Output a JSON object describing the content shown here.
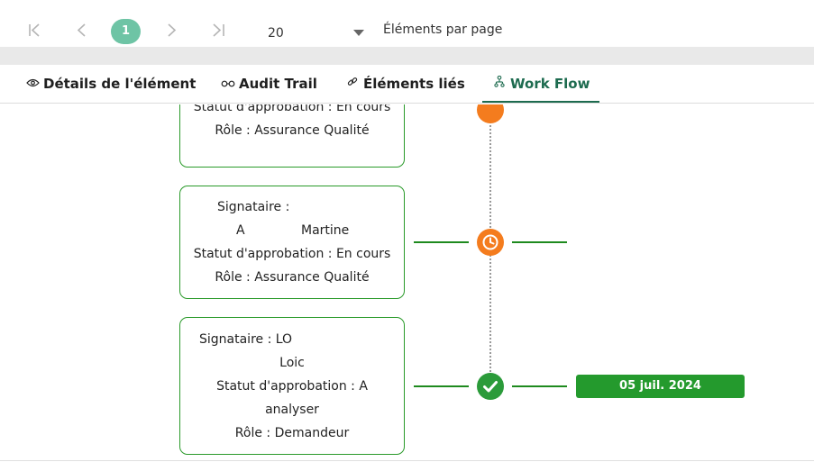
{
  "pagination": {
    "current_page": "1",
    "page_size": "20",
    "per_page_label": "Éléments par page"
  },
  "tabs": [
    {
      "label": "Détails de l'élément",
      "icon": "eye-icon"
    },
    {
      "label": "Audit Trail",
      "icon": "glasses-icon"
    },
    {
      "label": "Éléments liés",
      "icon": "link-icon"
    },
    {
      "label": "Work Flow",
      "icon": "workflow-icon",
      "active": true
    }
  ],
  "workflow": {
    "steps": [
      {
        "status_line": "Statut d'approbation : En cours",
        "role_line": "Rôle : Assurance Qualité",
        "node": "pending",
        "node_color": "#f47c1e"
      },
      {
        "signer_label": "Signataire :",
        "signer_first": "A",
        "signer_last": "Martine",
        "status_line": "Statut d'approbation : En cours",
        "role_line": "Rôle : Assurance Qualité",
        "node": "clock-icon",
        "node_color": "#f47c1e"
      },
      {
        "signer_line": "Signataire : LO",
        "signer_line2": "Loic",
        "status_line": "Statut d'approbation : A",
        "status_line2": "analyser",
        "role_line": "Rôle : Demandeur",
        "node": "check-icon",
        "node_color": "#2b9b3a",
        "date": "05 juil. 2024"
      }
    ]
  },
  "colors": {
    "accent": "#1d6b4f",
    "page_badge": "#6ec4a5",
    "card_border": "#2a9a2a",
    "pending": "#f47c1e",
    "done": "#2b9b3a"
  }
}
